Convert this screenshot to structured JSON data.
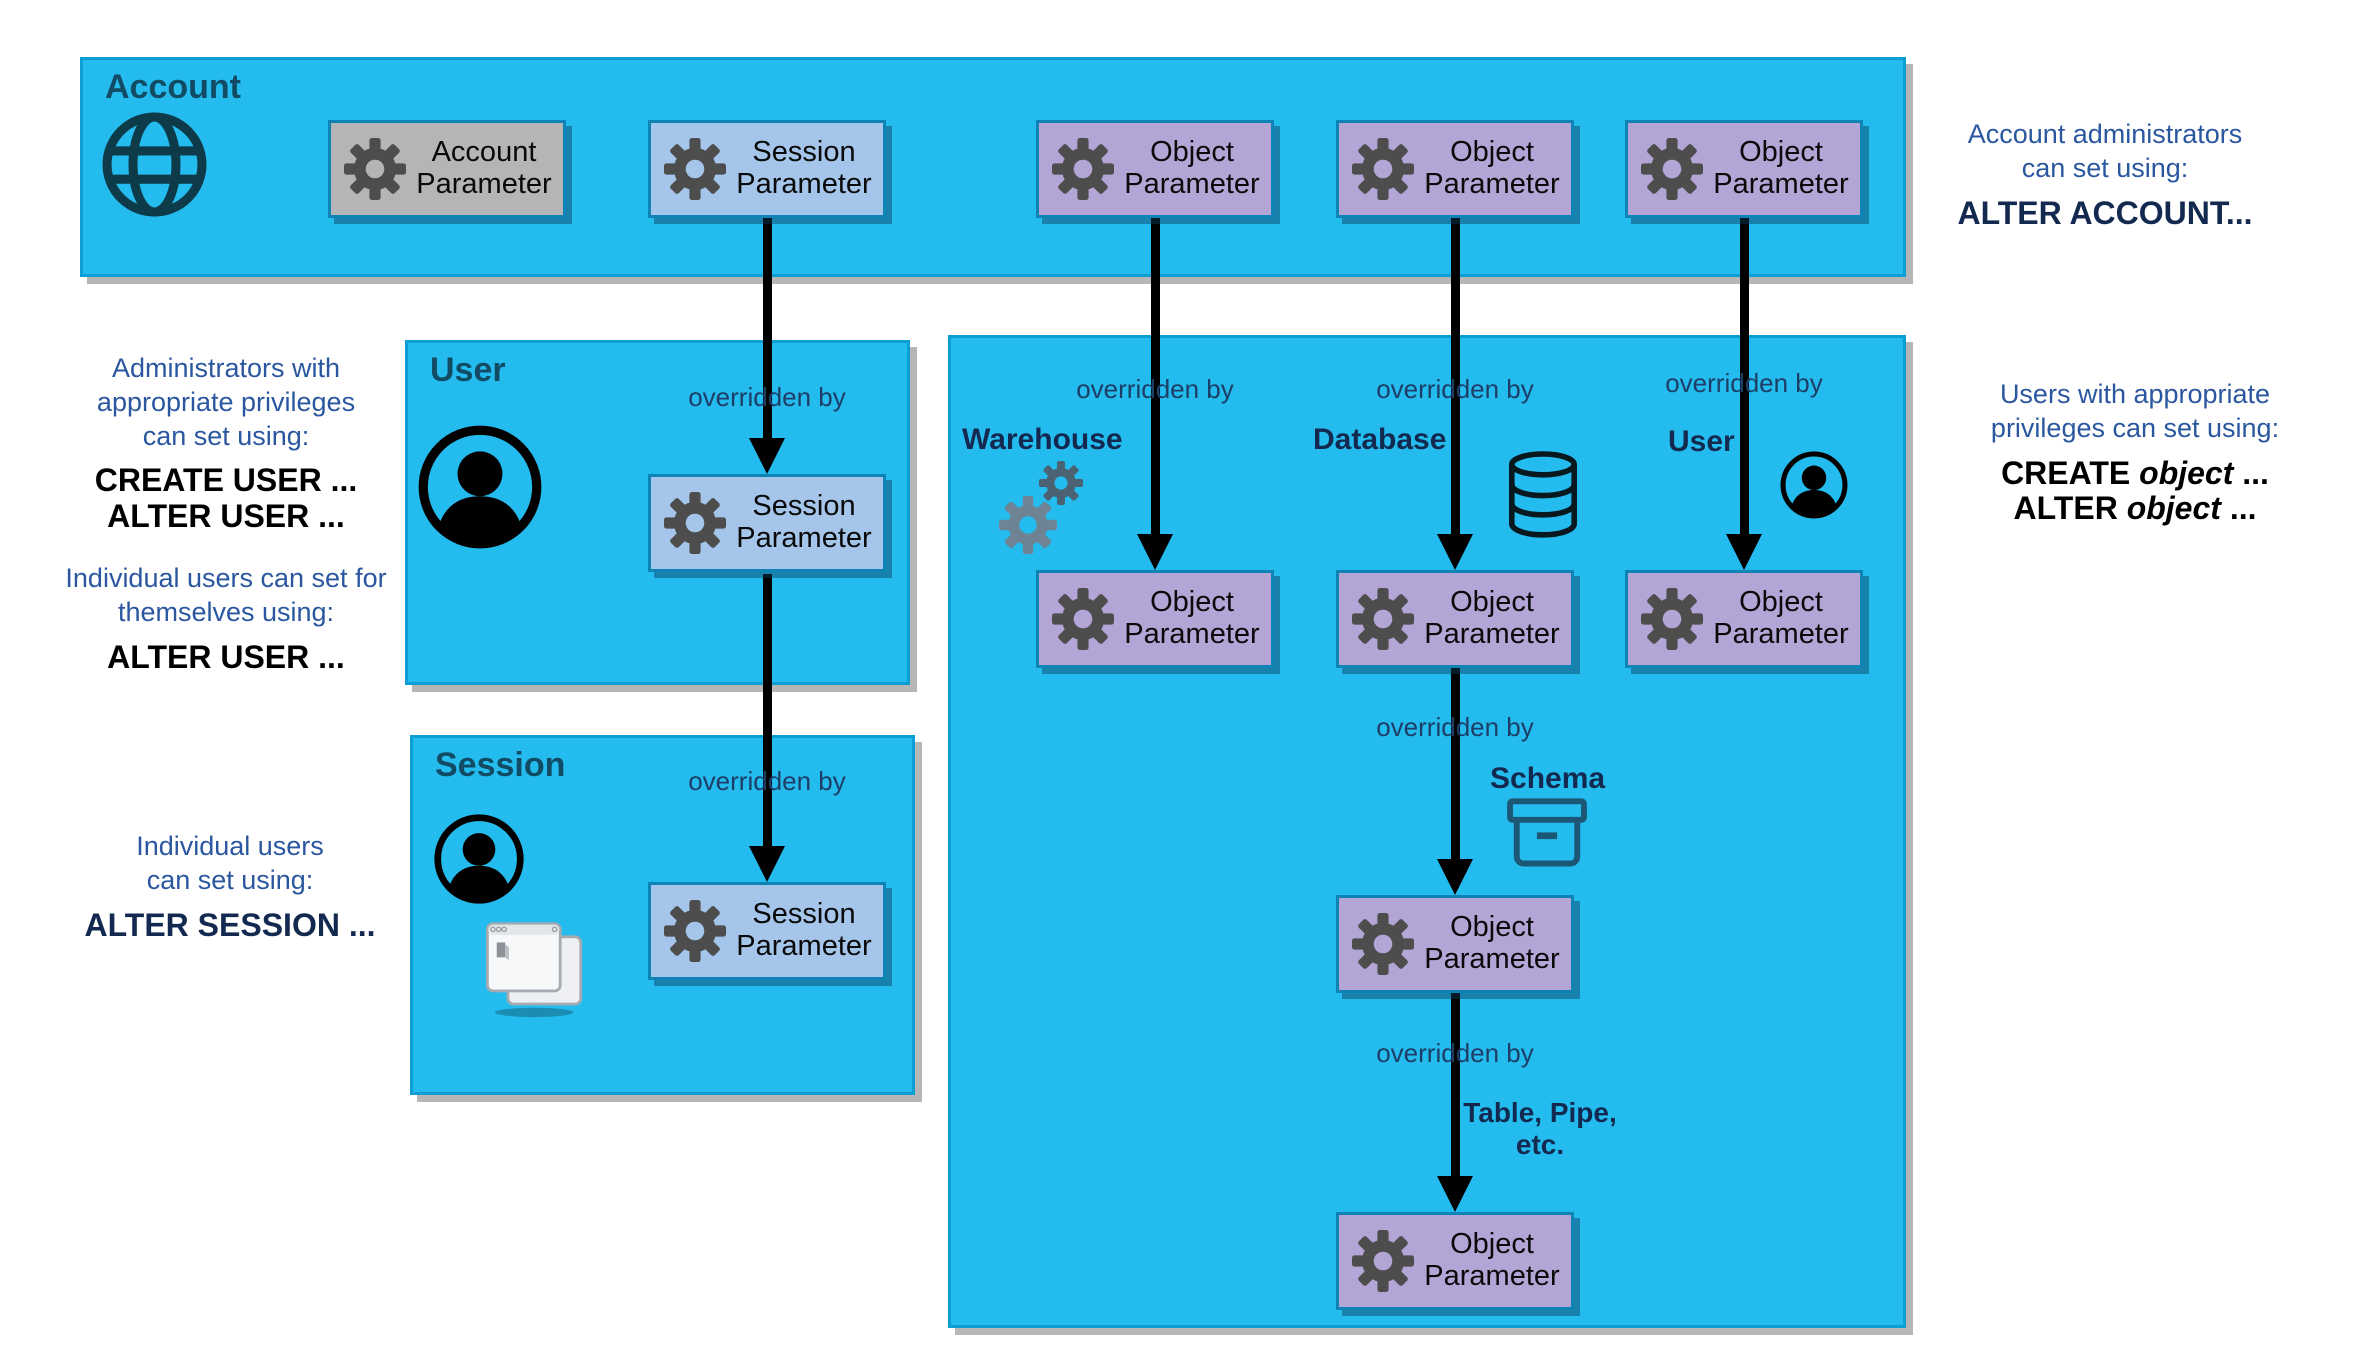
{
  "labels": {
    "overridden_by": "overridden by",
    "account_parameter": "Account\nParameter",
    "session_parameter": "Session\nParameter",
    "object_parameter": "Object\nParameter"
  },
  "containers": {
    "account": "Account",
    "user": "User",
    "session": "Session"
  },
  "object_levels": {
    "warehouse": "Warehouse",
    "database": "Database",
    "user": "User",
    "schema": "Schema",
    "table_pipe": "Table, Pipe,\netc."
  },
  "notes": {
    "account_admins": "Account administrators\ncan set using:",
    "account_admins_cmd": "ALTER ACCOUNT...",
    "admins_privileges": "Administrators with\nappropriate privileges\ncan set using:",
    "admins_privileges_cmd": "CREATE USER ...\nALTER USER ...",
    "individual_themselves": "Individual users can set for\nthemselves using:",
    "individual_themselves_cmd": "ALTER USER ...",
    "individual_users": "Individual users\ncan set using:",
    "individual_users_cmd": "ALTER SESSION ...",
    "users_privileges": "Users with appropriate\nprivileges can set using:",
    "create_object": {
      "prefix": "CREATE",
      "word": "object",
      "suffix": "..."
    },
    "alter_object": {
      "prefix": "ALTER",
      "word": "object",
      "suffix": "..."
    }
  },
  "colors": {
    "container_fill": "#24bbee",
    "container_border": "#0d9fd4",
    "object_param_fill": "#b3a6d6",
    "session_param_fill": "#a5c6ea",
    "account_param_fill": "#b5b5b5",
    "param_border": "#0e84b6",
    "gear": "#4d4d4d",
    "arrow": "#000000",
    "heading_text": "#114b64",
    "flow_label_text": "#1d3e66",
    "note_text": "#2a579f",
    "command_text": "#13294f"
  }
}
